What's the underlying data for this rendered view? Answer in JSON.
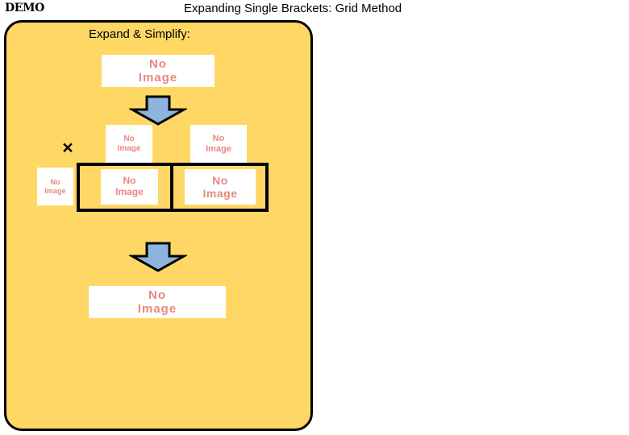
{
  "header": {
    "demo_label": "DEMO",
    "title": "Expanding Single Brackets: Grid Method"
  },
  "panel": {
    "heading": "Expand & Simplify:",
    "background_color": "#FFD764",
    "border_color": "#000000"
  },
  "placeholder": {
    "text": "No\nImage",
    "text_color": "#E8897E",
    "background_color": "#FFFFFF"
  },
  "arrows": {
    "fill_color": "#8CB4DC",
    "outline_color": "#000000",
    "direction": "down",
    "question_to_grid": "arrow-down-icon",
    "grid_to_answer": "arrow-down-icon"
  },
  "multiply": {
    "symbol": "×"
  },
  "grid": {
    "border_color": "#000000",
    "columns": 2,
    "rows": 1,
    "column_headers": [
      {
        "label": "No\nImage"
      },
      {
        "label": "No\nImage"
      }
    ],
    "row_headers": [
      {
        "label": "No\nImage"
      }
    ],
    "cells": [
      {
        "label": "No\nImage"
      },
      {
        "label": "No\nImage"
      }
    ]
  },
  "question": {
    "expression": "No\nImage"
  },
  "answer": {
    "expression": "No\nImage"
  }
}
